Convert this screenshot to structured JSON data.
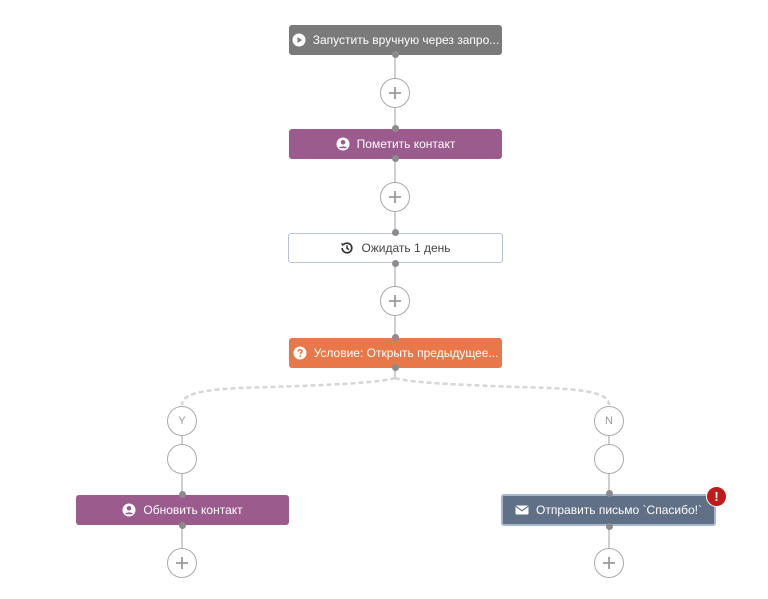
{
  "nodes": {
    "trigger": {
      "label": "Запустить вручную через запро...",
      "icon": "play-circle-icon"
    },
    "mark_contact": {
      "label": "Пометить контакт",
      "icon": "user-circle-icon"
    },
    "wait": {
      "label": "Ожидать 1 день",
      "icon": "history-clock-icon"
    },
    "condition": {
      "label": "Условие: Открыть предыдущее...",
      "icon": "question-circle-icon"
    },
    "update_contact": {
      "label": "Обновить контакт",
      "icon": "user-circle-icon"
    },
    "send_email": {
      "label": "Отправить письмо `Спасибо!`",
      "icon": "envelope-icon",
      "alert": "!"
    }
  },
  "branches": {
    "yes": "Y",
    "no": "N"
  },
  "colors": {
    "trigger": "#7a7a7a",
    "contact_action": "#9b5b8d",
    "wait_border": "#b8c2d2",
    "condition": "#e8784a",
    "email": "#607086",
    "email_border": "#a5b6cf",
    "alert": "#c01a1a",
    "connector": "#cfcfcf"
  }
}
